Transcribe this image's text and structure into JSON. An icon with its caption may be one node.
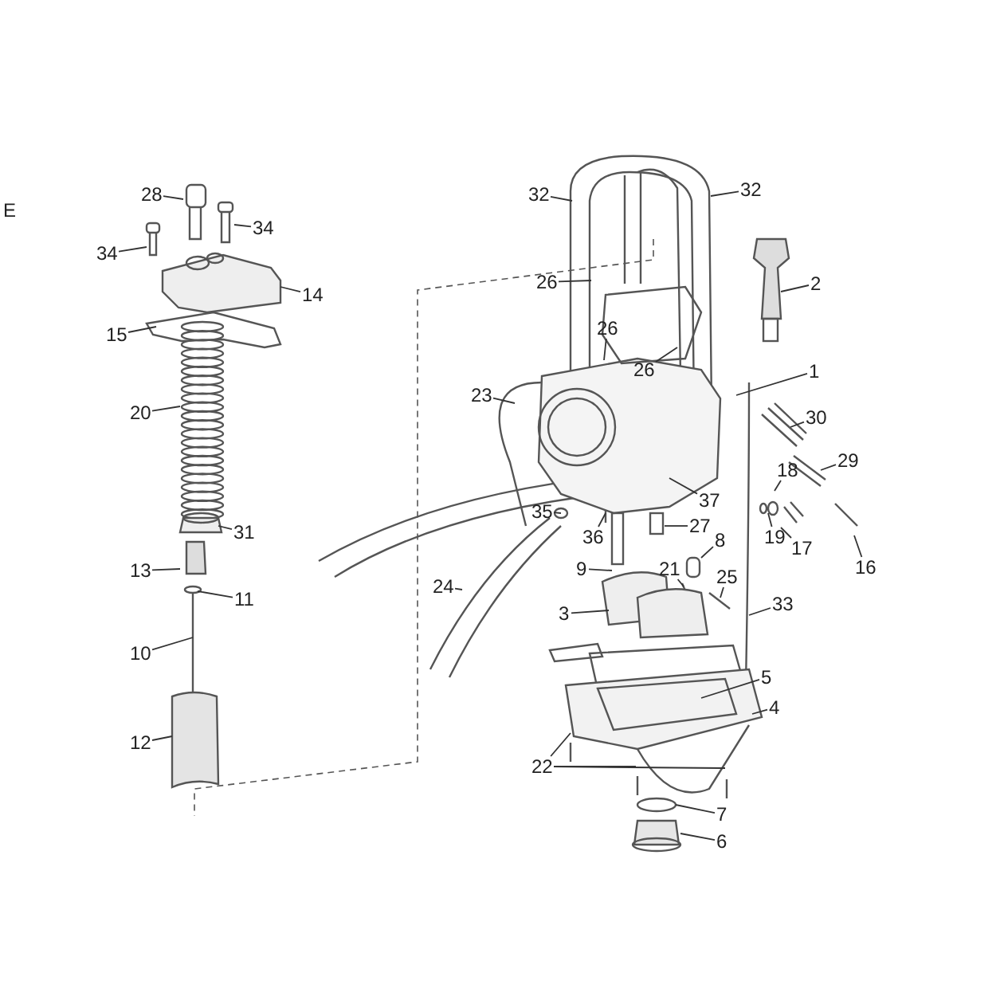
{
  "diagram": {
    "nodes": [
      {
        "text": [
          "28"
        ]
      },
      {
        "text": [
          "34"
        ]
      },
      {
        "text": [
          "34"
        ]
      },
      {
        "text": [
          "14"
        ]
      },
      {
        "text": [
          "15"
        ]
      },
      {
        "text": [
          "20"
        ]
      },
      {
        "text": [
          "31"
        ]
      },
      {
        "text": [
          "13"
        ]
      },
      {
        "text": [
          "11"
        ]
      },
      {
        "text": [
          "10"
        ]
      },
      {
        "text": [
          "12"
        ]
      },
      {
        "text": [
          "32"
        ]
      },
      {
        "text": [
          "32"
        ]
      },
      {
        "text": [
          "26"
        ]
      },
      {
        "text": [
          "2"
        ]
      },
      {
        "text": [
          "26"
        ]
      },
      {
        "text": [
          "26"
        ]
      },
      {
        "text": [
          "23"
        ]
      },
      {
        "text": [
          "1"
        ]
      },
      {
        "text": [
          "30"
        ]
      },
      {
        "text": [
          "29"
        ]
      },
      {
        "text": [
          "18"
        ]
      },
      {
        "text": [
          "37"
        ]
      },
      {
        "text": [
          "35"
        ]
      },
      {
        "text": [
          "36"
        ]
      },
      {
        "text": [
          "27"
        ]
      },
      {
        "text": [
          "19"
        ]
      },
      {
        "text": [
          "17"
        ]
      },
      {
        "text": [
          "16"
        ]
      },
      {
        "text": [
          "9"
        ]
      },
      {
        "text": [
          "8"
        ]
      },
      {
        "text": [
          "21"
        ]
      },
      {
        "text": [
          "25"
        ]
      },
      {
        "text": [
          "24"
        ]
      },
      {
        "text": [
          "33"
        ]
      },
      {
        "text": [
          "3"
        ]
      },
      {
        "text": [
          "5"
        ]
      },
      {
        "text": [
          "4"
        ]
      },
      {
        "text": [
          "22"
        ]
      },
      {
        "text": [
          "7"
        ]
      },
      {
        "text": [
          "6"
        ]
      }
    ],
    "edges": [
      {
        "from": 0,
        "to": null,
        "arrow": "none"
      },
      {
        "from": 1,
        "to": null,
        "arrow": "none"
      },
      {
        "from": 2,
        "to": null,
        "arrow": "none"
      },
      {
        "from": 3,
        "to": null,
        "arrow": "none"
      },
      {
        "from": 4,
        "to": null,
        "arrow": "none"
      },
      {
        "from": 5,
        "to": null,
        "arrow": "none"
      },
      {
        "from": 6,
        "to": null,
        "arrow": "none"
      },
      {
        "from": 7,
        "to": null,
        "arrow": "none"
      },
      {
        "from": 8,
        "to": null,
        "arrow": "none"
      },
      {
        "from": 9,
        "to": null,
        "arrow": "none"
      },
      {
        "from": 10,
        "to": null,
        "arrow": "none"
      },
      {
        "from": 11,
        "to": null,
        "arrow": "none"
      },
      {
        "from": 12,
        "to": null,
        "arrow": "none"
      },
      {
        "from": 13,
        "to": null,
        "arrow": "none"
      },
      {
        "from": 14,
        "to": null,
        "arrow": "none"
      },
      {
        "from": 15,
        "to": null,
        "arrow": "none"
      },
      {
        "from": 16,
        "to": null,
        "arrow": "none"
      },
      {
        "from": 17,
        "to": null,
        "arrow": "none"
      },
      {
        "from": 18,
        "to": null,
        "arrow": "none"
      },
      {
        "from": 19,
        "to": null,
        "arrow": "none"
      },
      {
        "from": 20,
        "to": null,
        "arrow": "none"
      },
      {
        "from": 21,
        "to": null,
        "arrow": "none"
      },
      {
        "from": 22,
        "to": null,
        "arrow": "none"
      },
      {
        "from": 23,
        "to": null,
        "arrow": "none"
      },
      {
        "from": 24,
        "to": null,
        "arrow": "none"
      },
      {
        "from": 25,
        "to": null,
        "arrow": "none"
      },
      {
        "from": 26,
        "to": null,
        "arrow": "none"
      },
      {
        "from": 27,
        "to": null,
        "arrow": "none"
      },
      {
        "from": 28,
        "to": null,
        "arrow": "none"
      },
      {
        "from": 29,
        "to": null,
        "arrow": "none"
      },
      {
        "from": 30,
        "to": null,
        "arrow": "none"
      },
      {
        "from": 31,
        "to": null,
        "arrow": "none"
      },
      {
        "from": 32,
        "to": null,
        "arrow": "none"
      },
      {
        "from": 33,
        "to": null,
        "arrow": "none"
      },
      {
        "from": 34,
        "to": null,
        "arrow": "none"
      },
      {
        "from": 35,
        "to": null,
        "arrow": "none"
      },
      {
        "from": 36,
        "to": null,
        "arrow": "none"
      },
      {
        "from": 37,
        "to": null,
        "arrow": "none"
      },
      {
        "from": 38,
        "to": null,
        "arrow": "none"
      },
      {
        "from": 38,
        "to": null,
        "arrow": "none"
      },
      {
        "from": 38,
        "to": null,
        "arrow": "none"
      },
      {
        "from": 39,
        "to": null,
        "arrow": "none"
      },
      {
        "from": 40,
        "to": null,
        "arrow": "none"
      }
    ],
    "labels": [
      "E"
    ]
  }
}
